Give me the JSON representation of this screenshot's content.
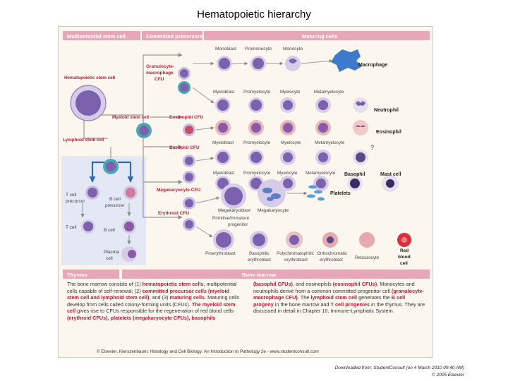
{
  "slide_title": "Hematopoietic hierarchy",
  "headers": {
    "multipotential": "Multipotential stem cell",
    "committed": "Committed precursors",
    "maturing": "Maturing cells",
    "thymus": "Thymus",
    "bone_marrow": "Bone marrow"
  },
  "left_labels": {
    "hsc": "Hematopoietic stem cell",
    "myeloid": "Myeloid stem cell",
    "lymphoid": "Lymphoid stem cell",
    "t_cell_precursor_1": "T cell",
    "t_cell_precursor_2": "precursor",
    "b_cell_precursor_1": "B cell",
    "b_cell_precursor_2": "precursor",
    "t_cell": "T cell",
    "b_cell": "B cell",
    "plasma_1": "Plasma",
    "plasma_2": "cell"
  },
  "cfu_labels": {
    "gm_1": "Granulocyte-",
    "gm_2": "macrophage",
    "gm_3": "CFU",
    "eosinophil": "Eosinophil CFU",
    "basophil": "Basophil CFU",
    "megakaryocyte": "Megakaryocyte CFU",
    "erythroid": "Erythroid CFU"
  },
  "cell_labels": {
    "monoblast": "Monoblast",
    "promonocyte": "Promonocyte",
    "monocyte": "Monocyte",
    "macrophage": "Macrophage",
    "myeloblast_1": "Myeloblast",
    "promyelocyte_1": "Promyelocyte",
    "myelocyte_1": "Myelocyte",
    "metamyelocyte_1": "Metamyelocyte",
    "neutrophil": "Neutrophil",
    "eosinophil": "Eosinophil",
    "myeloblast_2": "Myeloblast",
    "promyelocyte_2": "Promyelocyte",
    "myelocyte_2": "Myelocyte",
    "metamyelocyte_2": "Metamyelocyte",
    "question": "?",
    "myeloblast_3": "Myeloblast",
    "promyelocyte_3": "Promyelocyte",
    "myelocyte_3": "Myelocyte",
    "metamyelocyte_3": "Metamyelocyte",
    "basophil": "Basophil",
    "mast_cell": "Mast cell",
    "platelets": "Platelets",
    "megakaryoblast": "Megakaryoblast",
    "megakaryocyte": "Megakaryocyte",
    "primitive_1": "Primitive/immature",
    "primitive_2": "progenitor",
    "proerythroblast": "Proerythroblast",
    "baso_ery_1": "Basophilic",
    "baso_ery_2": "erythroblast",
    "poly_ery_1": "Polychromatophilic",
    "poly_ery_2": "erythroblast",
    "ortho_ery_1": "Orthochromatic",
    "ortho_ery_2": "erythroblast",
    "reticulocyte": "Reticulocyte",
    "rbc_1": "Red",
    "rbc_2": "blood",
    "rbc_3": "cell"
  },
  "caption_left": {
    "p1": "The bone marrow consists of (1) ",
    "h1": "hematopoietic stem cells",
    "p2": ", multipotential cells capable of self-renewal; (2) ",
    "h2": "committed precursor cells (myeloid stem cell and lymphoid stem cell)",
    "p3": "; and (3) ",
    "h3": "maturing cells",
    "p4": ". Maturing cells develop from cells called colony-forming units (CFUs). ",
    "h4": "The myeloid stem cell",
    "p5": " gives rise to CFUs responsible for the regeneration of red blood cells ",
    "h5": "(erythroid CFUs), platelets (megakaryocyte CFUs), basophils"
  },
  "caption_right": {
    "h1": "(basophil CFUs)",
    "p1": ", and eosinophils ",
    "h2": "(eosinophil CFUs)",
    "p2": ". Monocytes and neutrophils derive from a common committed progenitor cell ",
    "h3": "(granulocyte-macrophage CFU)",
    "p3": ". The ",
    "h4": "lymphoid stem cell",
    "p4": " generates the ",
    "h5": "B cell progeny",
    "p5": " in the bone marrow and ",
    "h6": "T cell progenies",
    "p6": " in the thymus. They are discussed in detail in Chapter 10, Immune-Lymphatic System."
  },
  "copyright": "© Elsevier. Kierszenbaum: Histology and Cell Biology: An Introduction to Pathology 2e - www.studentconsult.com",
  "credits": {
    "line1": "Downloaded from: StudentConsult (on 4 March 2010 09:40 AM)",
    "line2": "© 2005 Elsevier"
  },
  "colors": {
    "header_pink": "#e6a8b8",
    "header_text": "#ffffff",
    "label_red": "#c0213a",
    "blue_panel": "#e3e8f4",
    "arrow_blue": "#2f6bb3",
    "cell_nucleus": "#6a4fa0",
    "cell_cytoplasm": "#c9bde0",
    "teal": "#4aa9b0",
    "rbc_red": "#d8313b"
  }
}
